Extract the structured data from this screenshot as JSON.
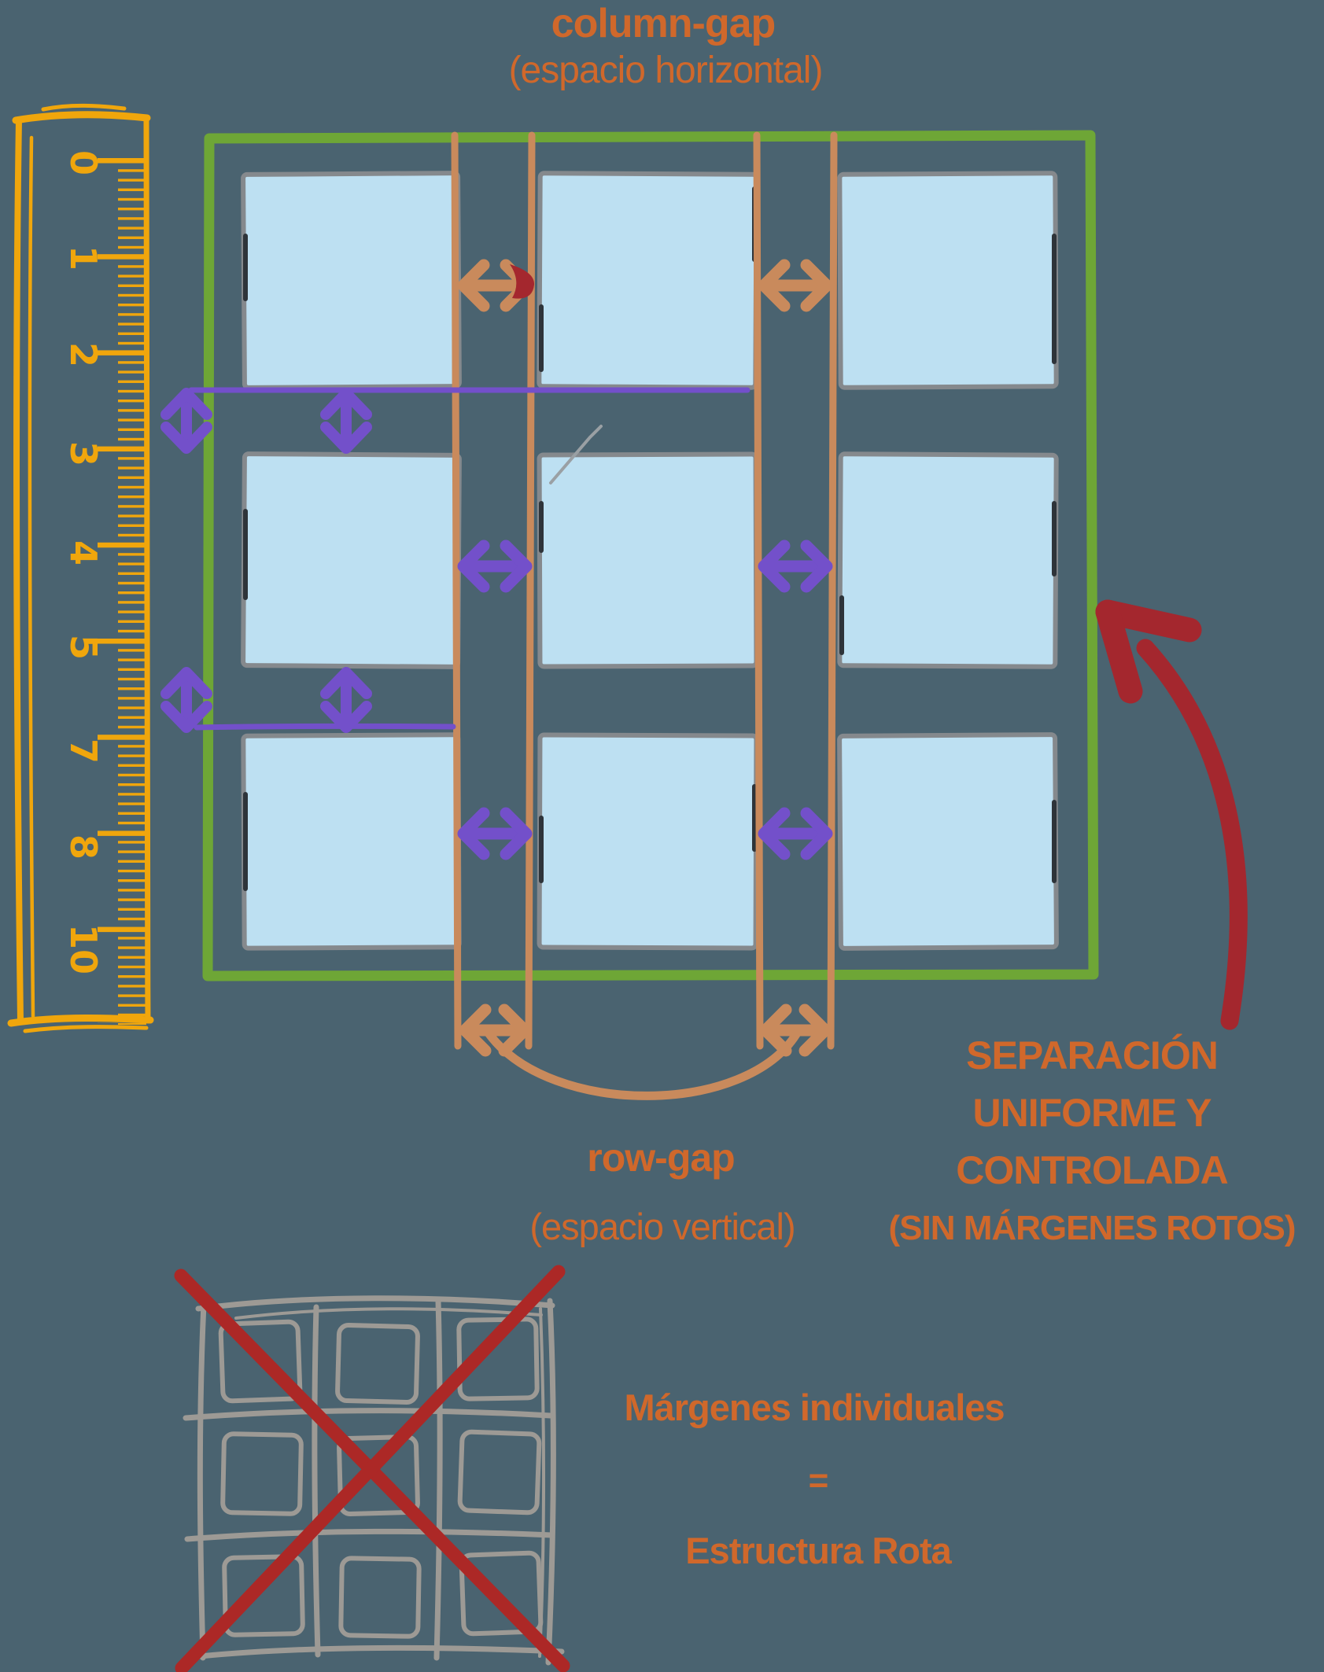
{
  "colors": {
    "background": "#4A6370",
    "accent_orange_text": "#D0682B",
    "ruler_yellow": "#F0A60C",
    "container_green": "#6EA636",
    "cell_blue": "#BDE0F2",
    "cell_border_gray": "#85898D",
    "gap_line_tan": "#C98A5C",
    "gap_arrow_purple": "#7350CA",
    "warning_dark_red": "#A4272E",
    "cross_red": "#AC2826",
    "sketch_gray": "#9D9A95"
  },
  "column_gap_label": {
    "title": "column-gap",
    "subtitle": "(espacio horizontal)"
  },
  "row_gap_label": {
    "title": "row-gap",
    "subtitle": "(espacio vertical)"
  },
  "uniform_note": {
    "line1": "SEPARACIÓN",
    "line2": "UNIFORME Y",
    "line3": "CONTROLADA",
    "line4": "(SIN MÁRGENES ROTOS)"
  },
  "broken_note": {
    "line1": "Márgenes individuales",
    "equals": "=",
    "line2": "Estructura Rota"
  },
  "ruler": {
    "numbers": [
      "0",
      "1",
      "2",
      "3",
      "4",
      "5",
      "7",
      "8",
      "10"
    ]
  },
  "grid": {
    "rows": 3,
    "columns": 3,
    "cell_count": 9
  }
}
